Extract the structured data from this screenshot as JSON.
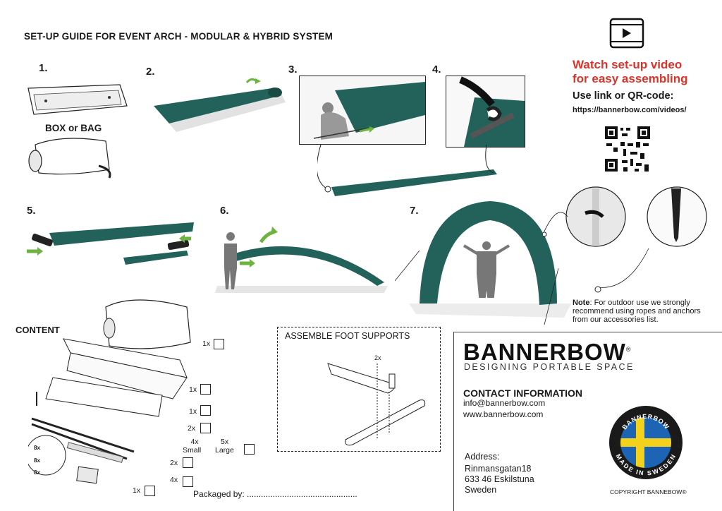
{
  "title": "SET-UP GUIDE FOR  EVENT ARCH  - MODULAR & HYBRID SYSTEM",
  "steps": [
    "1.",
    "2.",
    "3.",
    "4.",
    "5.",
    "6.",
    "7."
  ],
  "step1_caption": "BOX or BAG",
  "video": {
    "headline_line1": "Watch set-up video",
    "headline_line2": "for easy assembling",
    "instruction": "Use link or QR-code:",
    "url": "https://bannerbow.com/videos/",
    "accent_color": "#d9332a"
  },
  "note": {
    "label": "Note",
    "text": ": For outdoor use we strongly recommend using ropes and anchors from our accessories list."
  },
  "content": {
    "title": "CONTENT",
    "quantities": {
      "bag": "1x",
      "lid": "1x",
      "plate": "1x",
      "rods": "2x",
      "small_count": "4x",
      "small_label": "Small",
      "large_count": "5x",
      "large_label": "Large",
      "poles": "2x",
      "feet": "4x",
      "pouch": "1x",
      "screws_a": "8x",
      "screws_b": "8x",
      "screws_c": "8x"
    },
    "packaged_by": "Packaged by: ..............................................."
  },
  "assemble": {
    "title": "ASSEMBLE FOOT SUPPORTS",
    "qty": "2x"
  },
  "brand": {
    "name": "BANNERBOW",
    "reg": "®",
    "tagline": "DESIGNING PORTABLE SPACE",
    "seal_top": "BANNERBOW",
    "seal_bottom": "MADE IN SWEDEN"
  },
  "contact": {
    "heading": "CONTACT INFORMATION",
    "email": "info@bannerbow.com",
    "web": "www.bannerbow.com",
    "address_label": "Address:",
    "street": "Rinmansgatan18",
    "city": "633 46 Eskilstuna",
    "country": "Sweden"
  },
  "copyright": "COPYRIGHT BANNEBOW®",
  "colors": {
    "fabric": "#22625a",
    "arrow": "#6cb33f",
    "flag_blue": "#1e64b4",
    "flag_yellow": "#f4d21c"
  }
}
